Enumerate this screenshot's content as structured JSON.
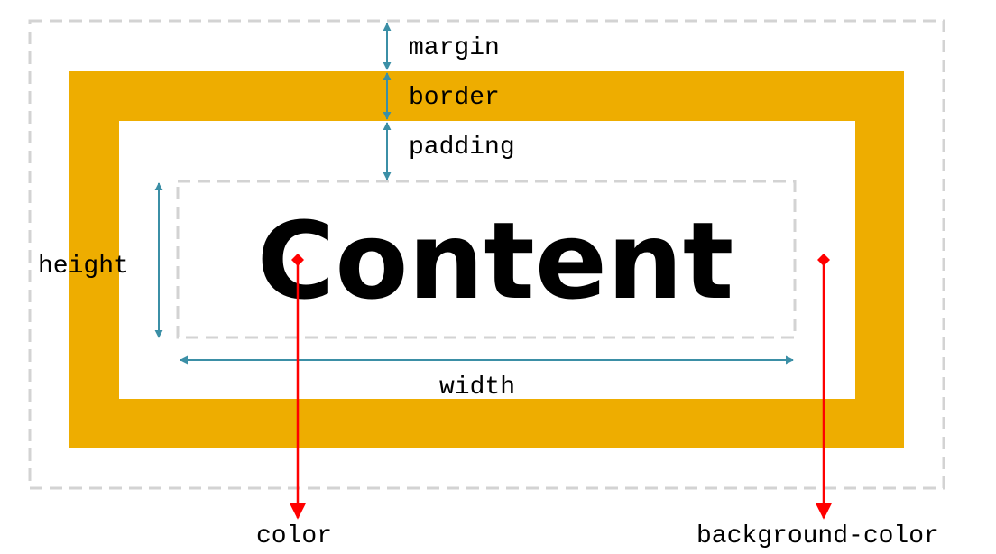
{
  "labels": {
    "margin": "margin",
    "border": "border",
    "padding": "padding",
    "content": "Content",
    "height": "height",
    "width": "width",
    "color": "color",
    "background_color": "background-color"
  },
  "colors": {
    "border_fill": "#EEAD00",
    "padding_fill": "#FFFFFF",
    "dashed_outline": "#D3D3D3",
    "dimension_arrow": "#3B8FA6",
    "pointer_arrow": "#FF0000",
    "text": "#000000"
  }
}
